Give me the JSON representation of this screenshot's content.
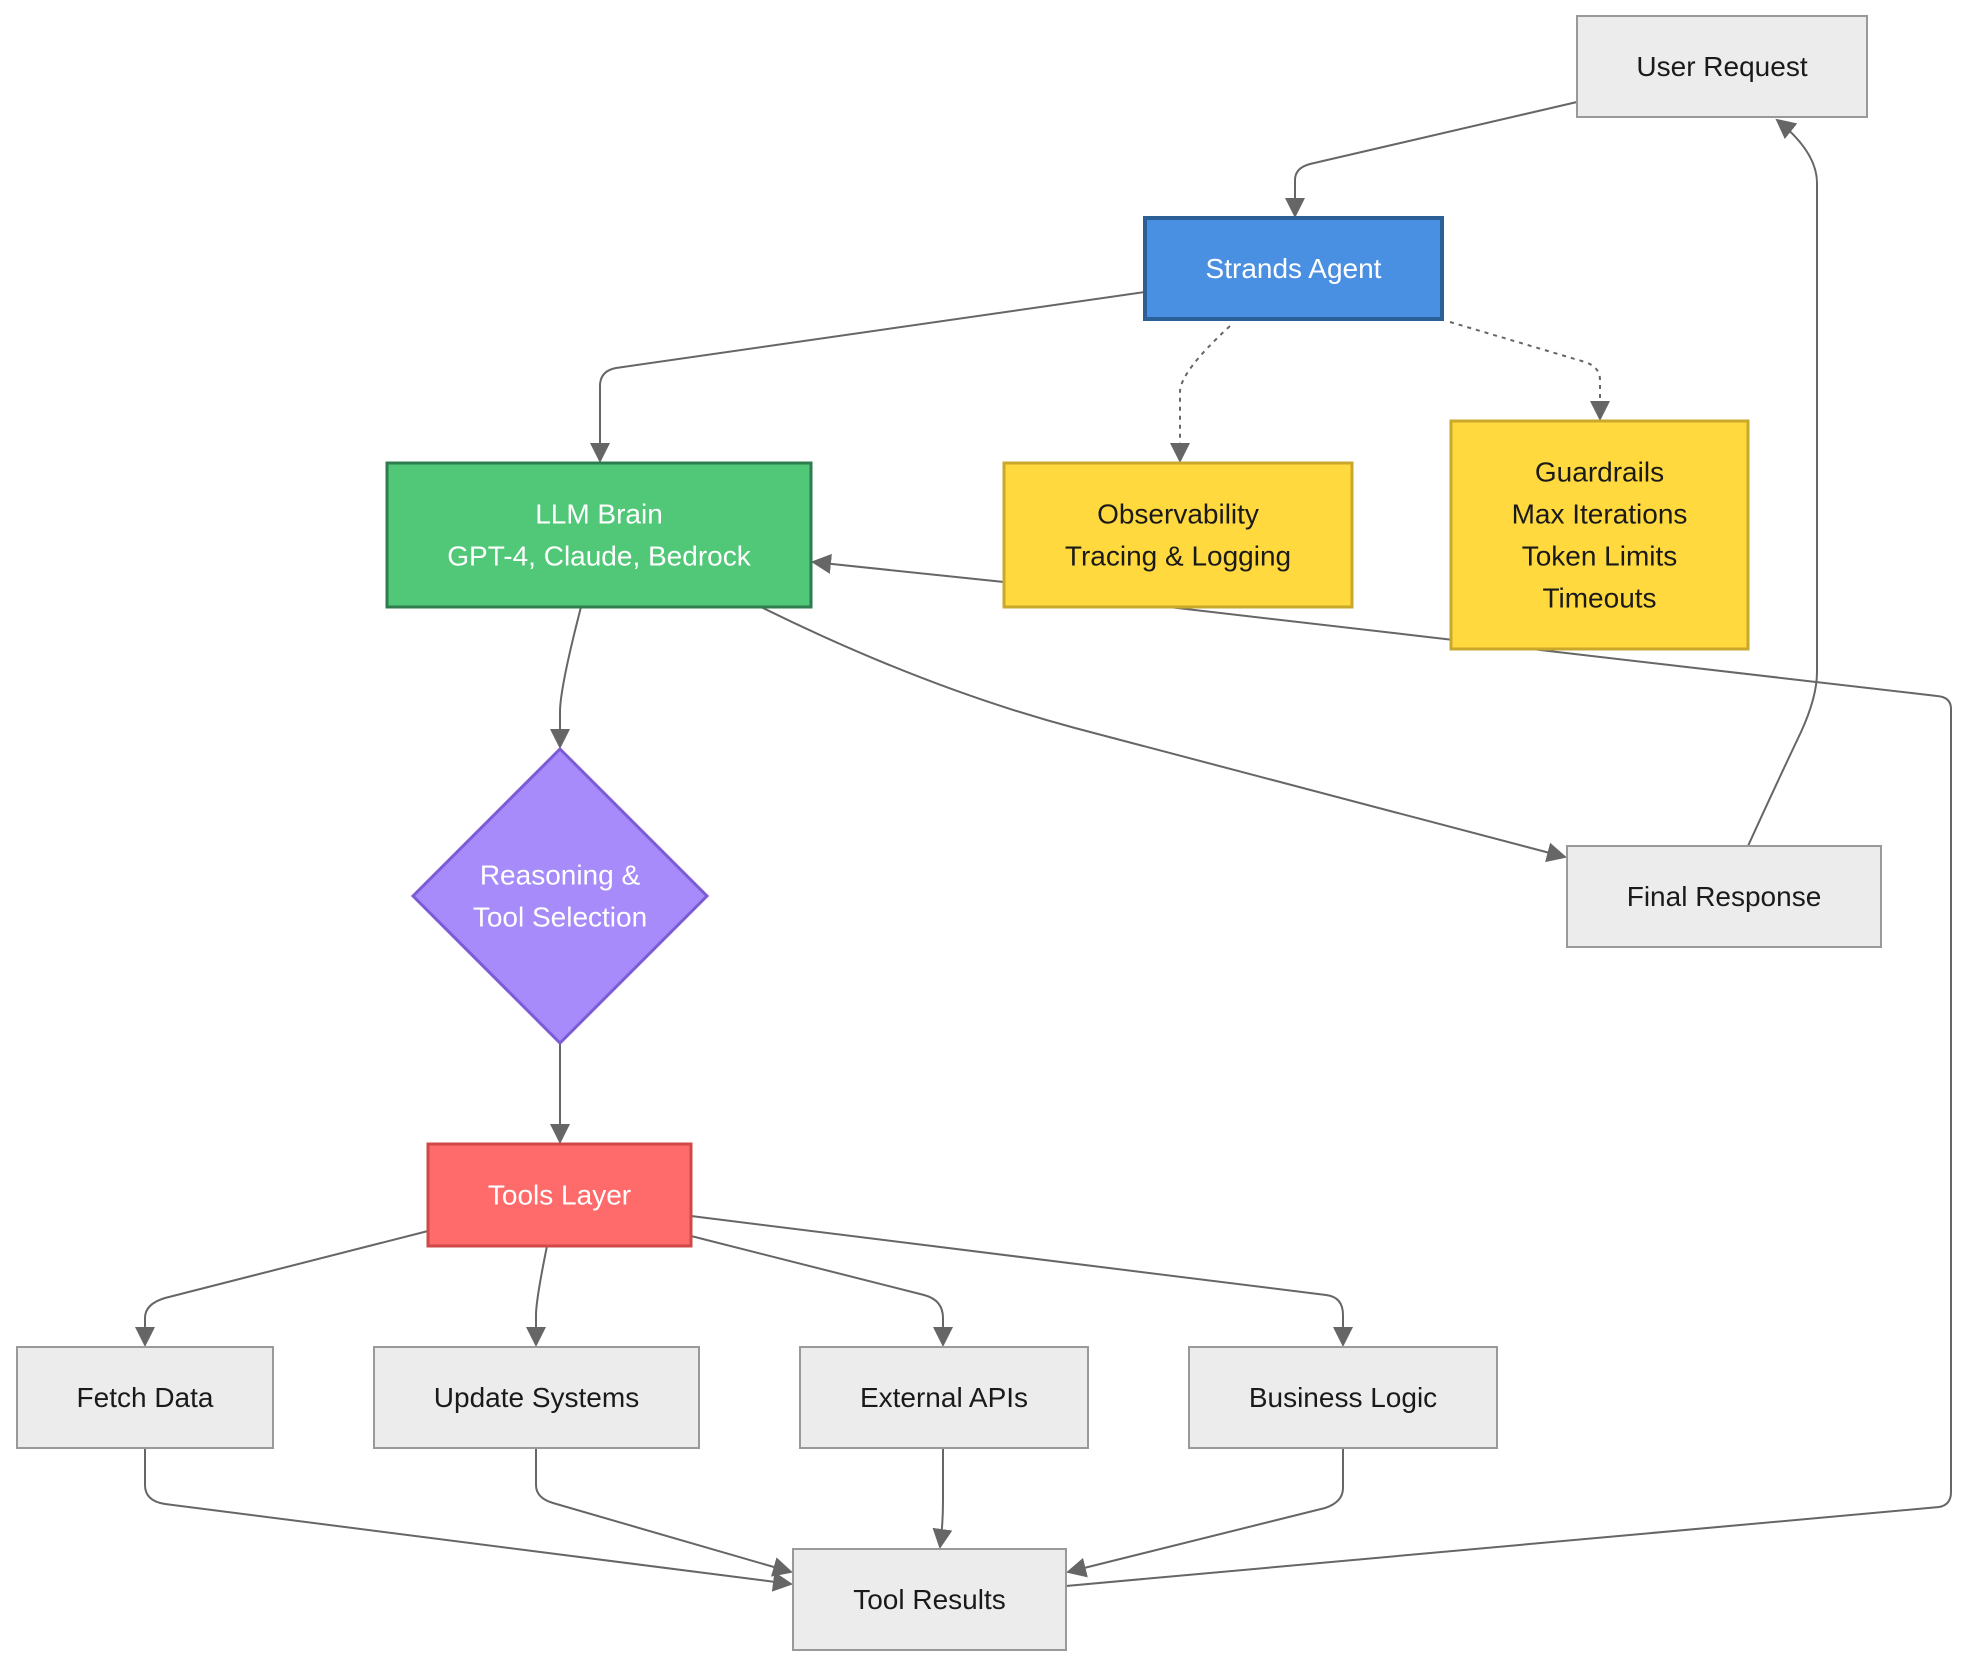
{
  "nodes": {
    "user_request": {
      "lines": [
        "User Request"
      ]
    },
    "strands_agent": {
      "lines": [
        "Strands Agent"
      ]
    },
    "llm_brain": {
      "lines": [
        "LLM Brain",
        "GPT-4, Claude, Bedrock"
      ]
    },
    "observability": {
      "lines": [
        "Observability",
        "Tracing & Logging"
      ]
    },
    "guardrails": {
      "lines": [
        "Guardrails",
        "Max Iterations",
        "Token Limits",
        "Timeouts"
      ]
    },
    "reasoning": {
      "lines": [
        "Reasoning &",
        "Tool Selection"
      ]
    },
    "final_response": {
      "lines": [
        "Final Response"
      ]
    },
    "tools_layer": {
      "lines": [
        "Tools Layer"
      ]
    },
    "fetch_data": {
      "lines": [
        "Fetch Data"
      ]
    },
    "update_systems": {
      "lines": [
        "Update Systems"
      ]
    },
    "external_apis": {
      "lines": [
        "External APIs"
      ]
    },
    "business_logic": {
      "lines": [
        "Business Logic"
      ]
    },
    "tool_results": {
      "lines": [
        "Tool Results"
      ]
    }
  },
  "edges": [
    {
      "from": "user_request",
      "to": "strands_agent",
      "style": "solid"
    },
    {
      "from": "strands_agent",
      "to": "llm_brain",
      "style": "solid"
    },
    {
      "from": "strands_agent",
      "to": "observability",
      "style": "dotted"
    },
    {
      "from": "strands_agent",
      "to": "guardrails",
      "style": "dotted"
    },
    {
      "from": "llm_brain",
      "to": "reasoning",
      "style": "solid"
    },
    {
      "from": "llm_brain",
      "to": "final_response",
      "style": "solid"
    },
    {
      "from": "final_response",
      "to": "user_request",
      "style": "solid"
    },
    {
      "from": "reasoning",
      "to": "tools_layer",
      "style": "solid"
    },
    {
      "from": "tools_layer",
      "to": "fetch_data",
      "style": "solid"
    },
    {
      "from": "tools_layer",
      "to": "update_systems",
      "style": "solid"
    },
    {
      "from": "tools_layer",
      "to": "external_apis",
      "style": "solid"
    },
    {
      "from": "tools_layer",
      "to": "business_logic",
      "style": "solid"
    },
    {
      "from": "fetch_data",
      "to": "tool_results",
      "style": "solid"
    },
    {
      "from": "update_systems",
      "to": "tool_results",
      "style": "solid"
    },
    {
      "from": "external_apis",
      "to": "tool_results",
      "style": "solid"
    },
    {
      "from": "business_logic",
      "to": "tool_results",
      "style": "solid"
    },
    {
      "from": "tool_results",
      "to": "llm_brain",
      "style": "solid"
    }
  ],
  "colors": {
    "edge": "#666666",
    "default_fill": "#ececec",
    "default_stroke": "#999999",
    "agent_fill": "#4a90e2",
    "agent_stroke": "#2c5f95",
    "llm_fill": "#50c878",
    "llm_stroke": "#2e7d4f",
    "yellow_fill": "#ffd93d",
    "yellow_stroke": "#c9a82c",
    "reasoning_fill": "#a78bfa",
    "reasoning_stroke": "#7c5cd6",
    "tools_fill": "#ff6b6b",
    "tools_stroke": "#d04848"
  }
}
